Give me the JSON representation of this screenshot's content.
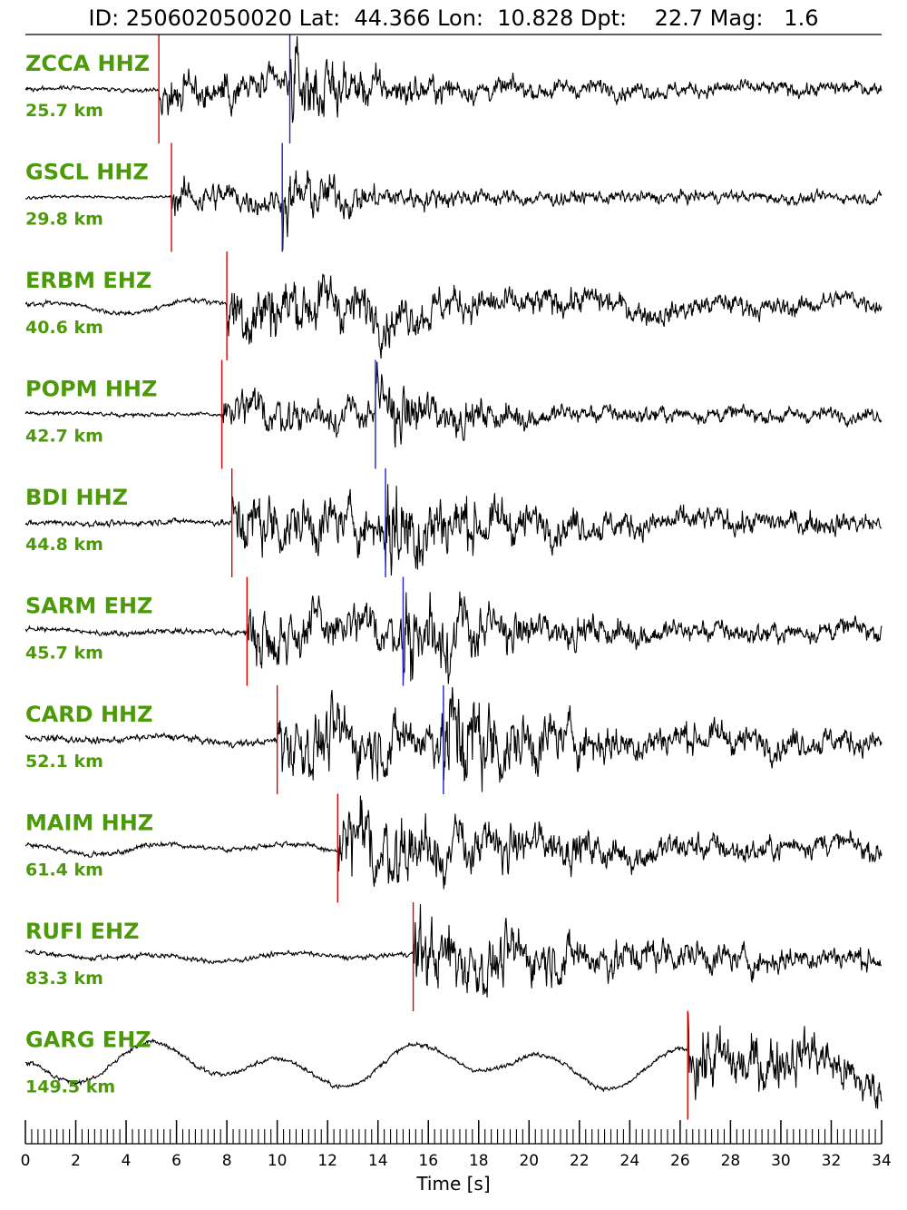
{
  "chart_data": {
    "type": "line",
    "title": "ID: 250602050020 Lat:  44.366 Lon:  10.828 Dpt:    22.7 Mag:   1.6",
    "xlabel": "Time [s]",
    "ylabel": "",
    "xlim": [
      0,
      34
    ],
    "xticks": [
      "0",
      "2",
      "4",
      "6",
      "8",
      "10",
      "12",
      "14",
      "16",
      "18",
      "20",
      "22",
      "24",
      "26",
      "28",
      "30",
      "32",
      "34"
    ],
    "minor_tick_step": 0.25,
    "grid": false,
    "trace_color": "#000000",
    "p_pick_color": "#e00000",
    "s_pick_color": "#2020c8",
    "label_color": "#4c9a0a",
    "traces": [
      {
        "station": "ZCCA HHZ",
        "distance": "25.7 km",
        "p_pick": 5.3,
        "s_pick": 10.5,
        "noise": 0.03,
        "coda": 0.9
      },
      {
        "station": "GSCL HHZ",
        "distance": "29.8 km",
        "p_pick": 5.8,
        "s_pick": 10.2,
        "noise": 0.05,
        "coda": 0.9
      },
      {
        "station": "ERBM EHZ",
        "distance": "40.6 km",
        "p_pick": 8.0,
        "s_pick": null,
        "noise": 0.15,
        "coda": 0.9
      },
      {
        "station": "POPM HHZ",
        "distance": "42.7 km",
        "p_pick": 7.8,
        "s_pick": 13.9,
        "noise": 0.03,
        "coda": 0.9
      },
      {
        "station": "BDI HHZ",
        "distance": "44.8 km",
        "p_pick": 8.2,
        "s_pick": 14.3,
        "noise": 0.03,
        "coda": 0.9
      },
      {
        "station": "SARM EHZ",
        "distance": "45.7 km",
        "p_pick": 8.8,
        "s_pick": 15.0,
        "noise": 0.05,
        "coda": 0.9
      },
      {
        "station": "CARD HHZ",
        "distance": "52.1 km",
        "p_pick": 10.0,
        "s_pick": 16.6,
        "noise": 0.06,
        "coda": 0.9
      },
      {
        "station": "MAIM HHZ",
        "distance": "61.4 km",
        "p_pick": 12.4,
        "s_pick": null,
        "noise": 0.12,
        "coda": 0.9
      },
      {
        "station": "RUFI EHZ",
        "distance": "83.3 km",
        "p_pick": 15.4,
        "s_pick": null,
        "noise": 0.1,
        "coda": 0.9
      },
      {
        "station": "GARG EHZ",
        "distance": "149.5 km",
        "p_pick": 26.3,
        "s_pick": null,
        "noise": 0.5,
        "coda": 0.9
      }
    ]
  }
}
